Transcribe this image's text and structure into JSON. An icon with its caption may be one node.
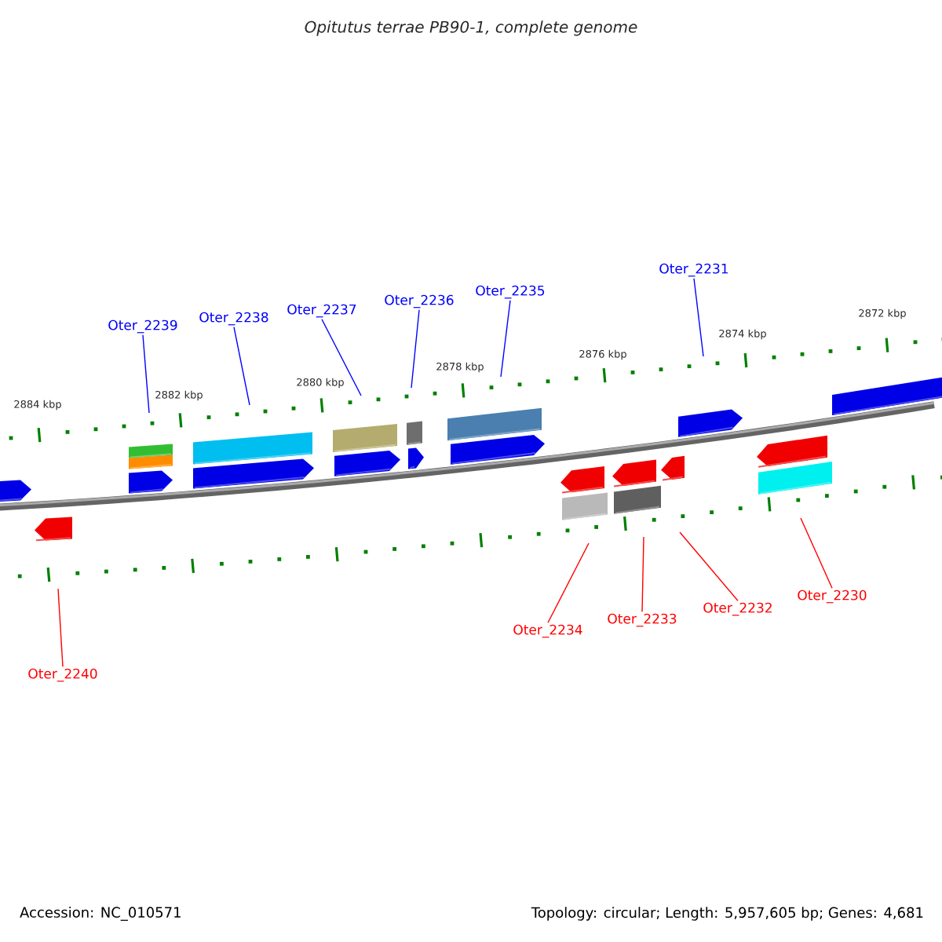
{
  "diagram": {
    "title": "Opitutus terrae PB90-1, complete genome",
    "nodes": [
      {
        "text": [
          "Oter_2239"
        ]
      },
      {
        "text": [
          "Oter_2238"
        ]
      },
      {
        "text": [
          "Oter_2237"
        ]
      },
      {
        "text": [
          "Oter_2236"
        ]
      },
      {
        "text": [
          "Oter_2235"
        ]
      },
      {
        "text": [
          "Oter_2231"
        ]
      },
      {
        "text": [
          "Oter_2240"
        ]
      },
      {
        "text": [
          "Oter_2234"
        ]
      },
      {
        "text": [
          "Oter_2233"
        ]
      },
      {
        "text": [
          "Oter_2232"
        ]
      },
      {
        "text": [
          "Oter_2230"
        ]
      }
    ],
    "edges": [
      {
        "from": 0,
        "to": null,
        "arrow": "none"
      },
      {
        "from": 1,
        "to": null,
        "arrow": "none"
      },
      {
        "from": 2,
        "to": null,
        "arrow": "none"
      },
      {
        "from": 3,
        "to": null,
        "arrow": "none"
      },
      {
        "from": 4,
        "to": null,
        "arrow": "none"
      },
      {
        "from": 5,
        "to": null,
        "arrow": "none"
      },
      {
        "from": 6,
        "to": null,
        "arrow": "none",
        "color": "#ff0000"
      },
      {
        "from": 7,
        "to": null,
        "arrow": "none",
        "color": "#ff0000"
      },
      {
        "from": 8,
        "to": null,
        "arrow": "none",
        "color": "#ff0000"
      },
      {
        "from": 9,
        "to": null,
        "arrow": "none",
        "color": "#ff0000"
      },
      {
        "from": 10,
        "to": null,
        "arrow": "none",
        "color": "#ff0000"
      }
    ],
    "labels": [
      "2884 kbp",
      "2882 kbp",
      "2880 kbp",
      "2878 kbp",
      "2876 kbp",
      "2874 kbp",
      "2872 kbp",
      "Accession: NC_010571",
      "Topology: circular; Length: 5,957,605 bp; Genes: 4,681"
    ]
  }
}
